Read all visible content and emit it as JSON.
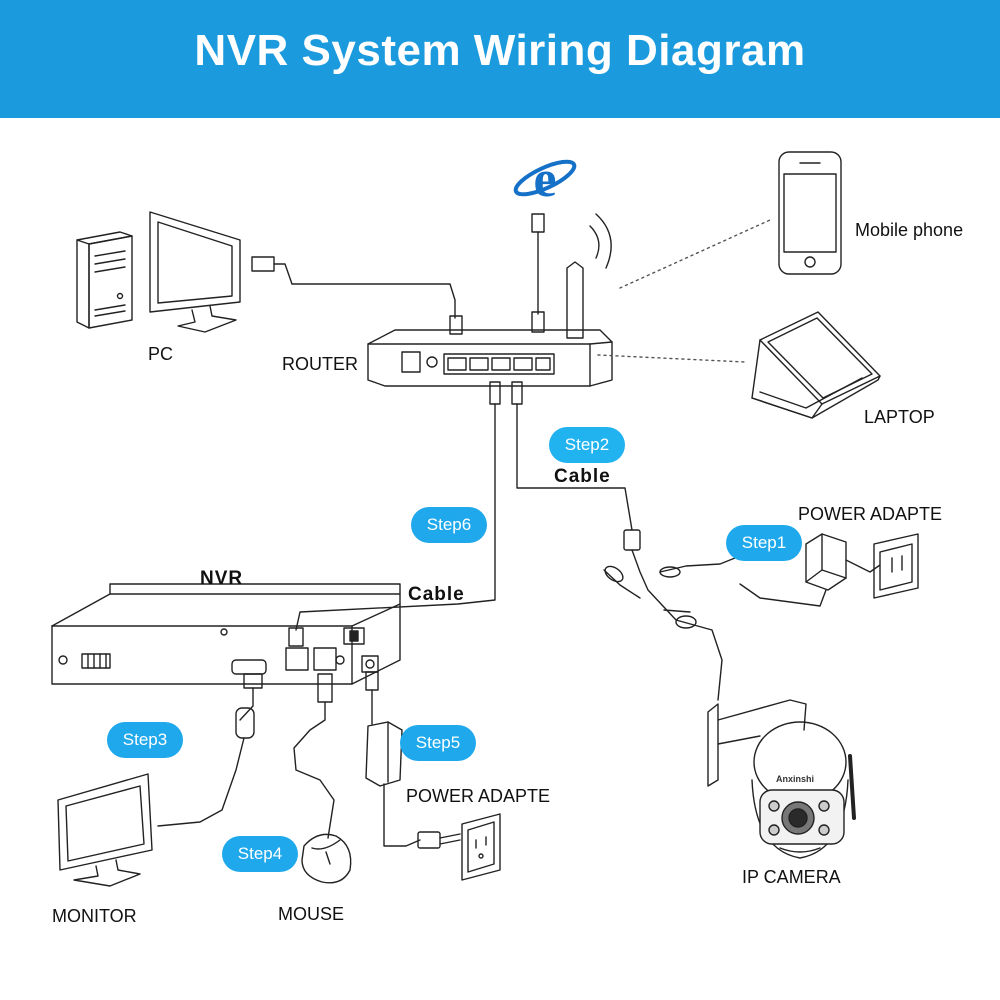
{
  "header": {
    "title": "NVR System Wiring Diagram",
    "color": "#1b9bde"
  },
  "labels": {
    "pc": "PC",
    "router": "ROUTER",
    "mobile": "Mobile phone",
    "laptop": "LAPTOP",
    "nvr": "NVR",
    "cable_top": "Cable",
    "cable_bottom": "Cable",
    "power_adapter_camera": "POWER ADAPTE",
    "power_adapter_nvr": "POWER ADAPTE",
    "ip_camera": "IP  CAMERA",
    "monitor": "MONITOR",
    "mouse": "MOUSE",
    "camera_brand": "Anxinshi"
  },
  "steps": {
    "step1": "Step1",
    "step2": "Step2",
    "step3": "Step3",
    "step4": "Step4",
    "step5": "Step5",
    "step6": "Step6"
  },
  "icons": [
    "internet-explorer-icon",
    "pc-tower-icon",
    "monitor-icon",
    "router-icon",
    "mobile-phone-icon",
    "laptop-icon",
    "nvr-icon",
    "ip-camera-icon",
    "mouse-icon",
    "power-adapter-icon",
    "wall-outlet-icon"
  ],
  "step_color": "#1fa9ec"
}
